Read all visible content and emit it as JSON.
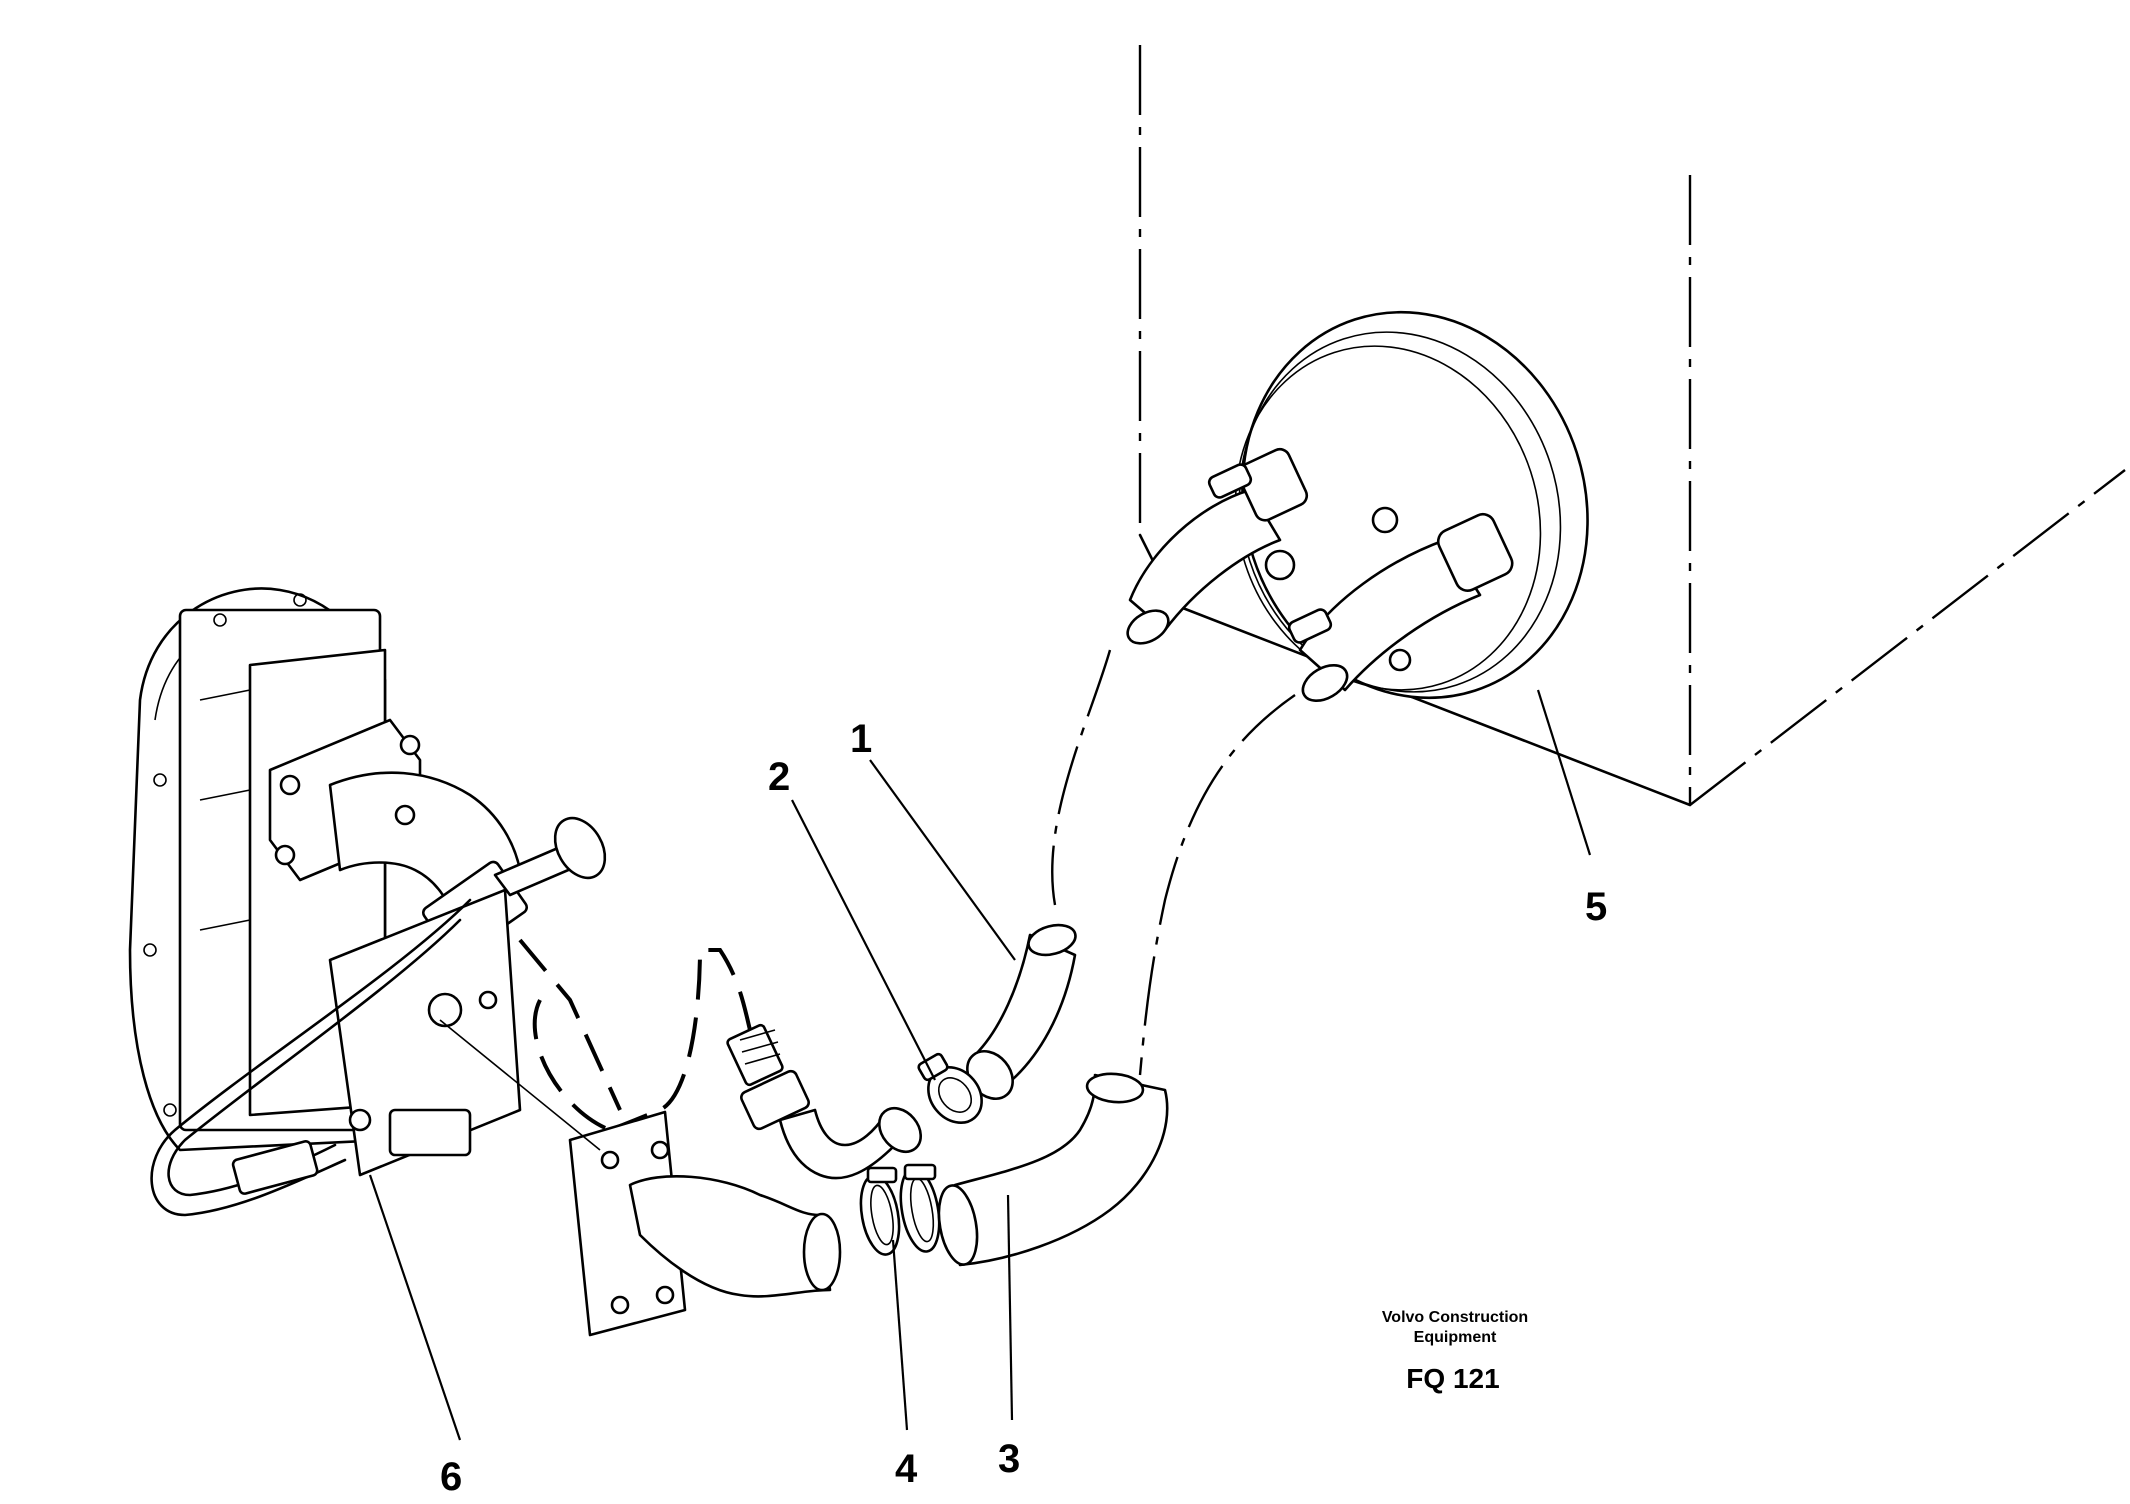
{
  "callouts": {
    "c1": "1",
    "c2": "2",
    "c3": "3",
    "c4": "4",
    "c5": "5",
    "c6": "6"
  },
  "publisher": {
    "line1": "Volvo Construction",
    "line2": "Equipment",
    "figure_code": "FQ 121"
  }
}
